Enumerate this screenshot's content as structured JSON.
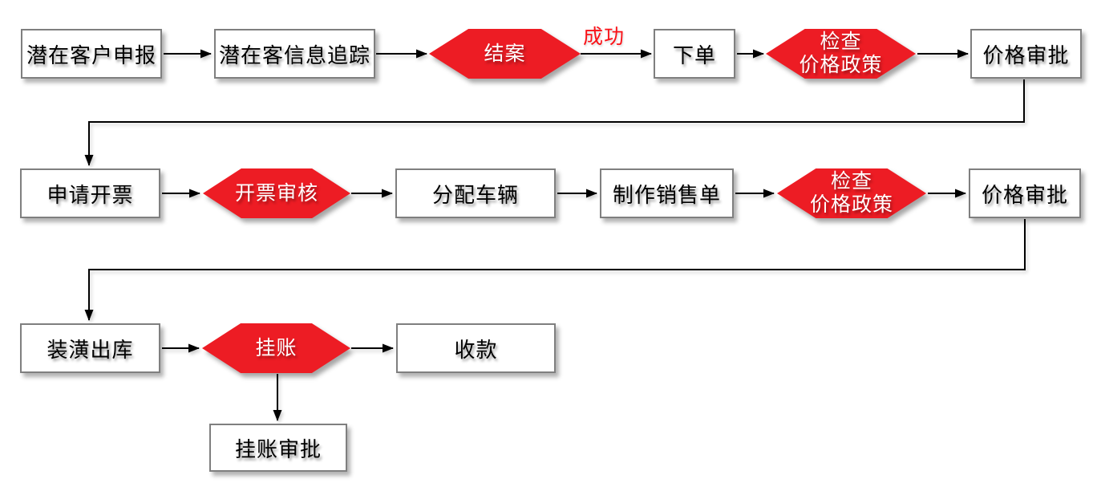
{
  "diagram": {
    "colors": {
      "decision_red": "#ED1C24",
      "box_background": "#FFFFFF",
      "box_border": "#7F7F7F",
      "arrow_black": "#000000",
      "success_label_red": "#FA1218"
    },
    "edge_labels": {
      "success": "成功"
    },
    "rows": [
      {
        "nodes": [
          {
            "type": "process",
            "label": "潜在客户申报"
          },
          {
            "type": "process",
            "label": "潜在客信息追踪"
          },
          {
            "type": "decision",
            "label": "结案"
          },
          {
            "type": "process",
            "label": "下单"
          },
          {
            "type": "decision",
            "label": "检查\n价格政策"
          },
          {
            "type": "process",
            "label": "价格审批"
          }
        ]
      },
      {
        "nodes": [
          {
            "type": "process",
            "label": "申请开票"
          },
          {
            "type": "decision",
            "label": "开票审核"
          },
          {
            "type": "process",
            "label": "分配车辆"
          },
          {
            "type": "process",
            "label": "制作销售单"
          },
          {
            "type": "decision",
            "label": "检查\n价格政策"
          },
          {
            "type": "process",
            "label": "价格审批"
          }
        ]
      },
      {
        "nodes": [
          {
            "type": "process",
            "label": "装潢出库"
          },
          {
            "type": "decision",
            "label": "挂账"
          },
          {
            "type": "process",
            "label": "收款"
          }
        ]
      },
      {
        "nodes": [
          {
            "type": "process",
            "label": "挂账审批"
          }
        ]
      }
    ]
  }
}
